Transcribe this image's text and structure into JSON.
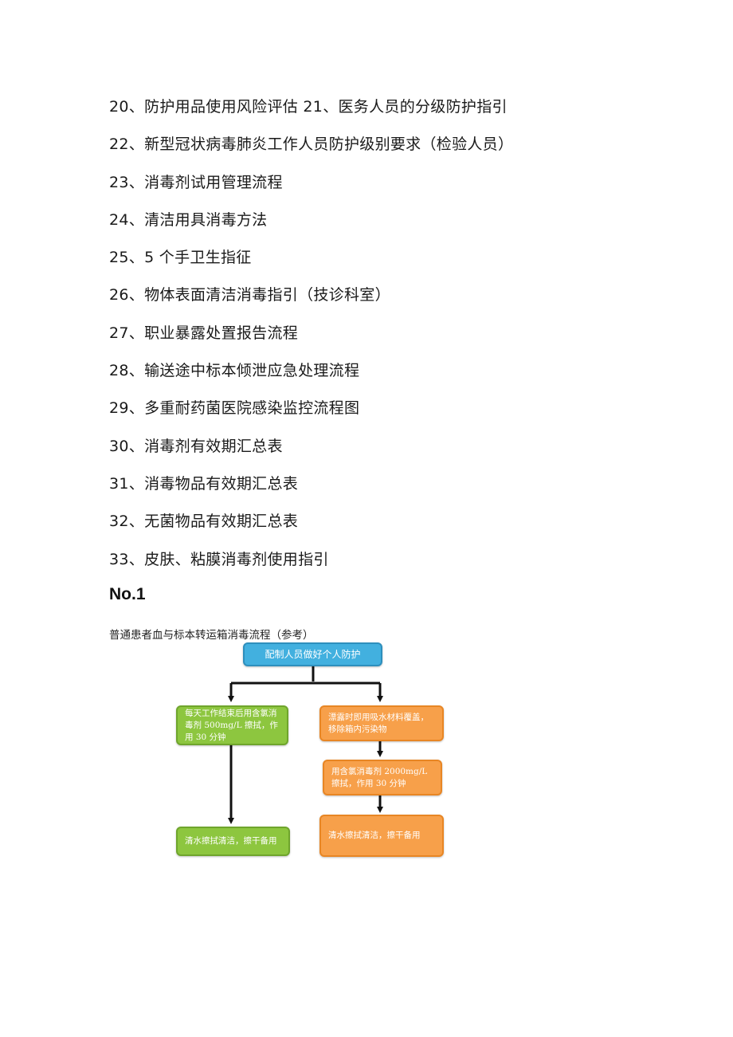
{
  "toc": {
    "items": [
      "20、防护用品使用风险评估 21、医务人员的分级防护指引",
      "22、新型冠状病毒肺炎工作人员防护级别要求（检验人员）",
      "23、消毒剂试用管理流程",
      "24、清洁用具消毒方法",
      "25、5 个手卫生指征",
      "26、物体表面清洁消毒指引（技诊科室）",
      "27、职业暴露处置报告流程",
      "28、输送途中标本倾泄应急处理流程",
      "29、多重耐药菌医院感染监控流程图",
      "30、消毒剂有效期汇总表",
      "31、消毒物品有效期汇总表",
      "32、无菌物品有效期汇总表",
      "33、皮肤、粘膜消毒剂使用指引"
    ]
  },
  "section": {
    "heading": "No.1",
    "caption": "普通患者血与标本转运箱消毒流程（参考）"
  },
  "flowchart": {
    "colors": {
      "start": "#42b0df",
      "routine": "#8dc63f",
      "spill": "#f7a04a",
      "connector": "#111111"
    },
    "start": "配制人员做好个人防护",
    "routine": {
      "step1": "每天工作结束后用含氯消毒剂 500mg/L 擦拭，作用 30 分钟",
      "step2": "清水擦拭清洁，擦干备用"
    },
    "spill": {
      "step1": "漂露时即用吸水材料覆盖，移除箱内污染物",
      "step2": "用含氯消毒剂 2000mg/L 擦拭，作用 30 分钟",
      "step3": "清水擦拭清洁，擦干备用"
    }
  }
}
